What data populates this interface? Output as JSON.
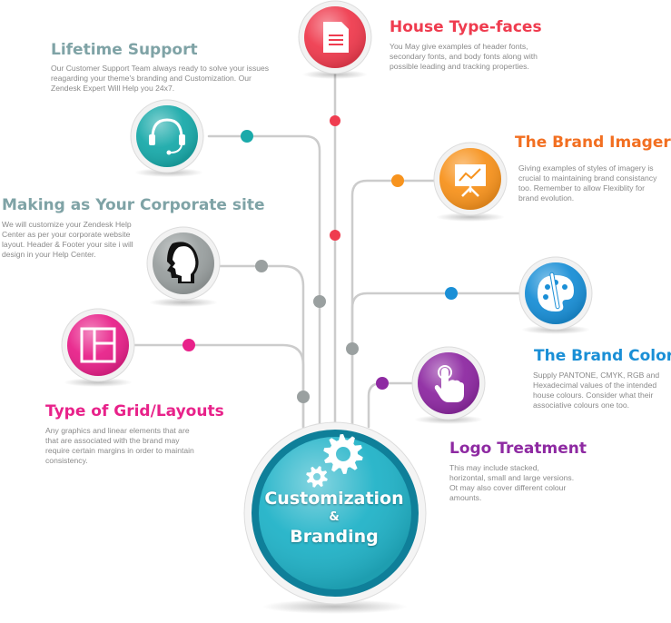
{
  "colors": {
    "line": "#cccccc",
    "center_ring": "#0f7f99",
    "center_fill": "#22b3c8",
    "lifetime": "#1aaaaa",
    "corporate": "#9aa0a0",
    "grid": "#e8228a",
    "house": "#ef3c4f",
    "imagery": "#f7931e",
    "brand_colors": "#1a8fd6",
    "logo": "#8e2aa2"
  },
  "center": {
    "line1": "Customization",
    "amp": "&",
    "line2": "Branding",
    "icon": "gears-icon"
  },
  "nodes": [
    {
      "key": "lifetime",
      "title": "Lifetime Support",
      "title_color": "#7fa3a6",
      "icon": "headset-icon",
      "desc_lines": [
        "Our Customer Support Team always ready to solve your issues",
        "reagarding your theme's branding and Customization. Our",
        "Zendesk Expert Will Help you 24x7."
      ]
    },
    {
      "key": "corporate",
      "title": "Making as Your Corporate site",
      "title_color": "#7fa3a6",
      "icon": "head-profile-icon",
      "desc_lines": [
        "We will customize your Zendesk Help",
        "Center as per your corporate website",
        "layout. Header & Footer your site i will",
        "design in your Help Center."
      ]
    },
    {
      "key": "grid",
      "title": "Type of Grid/Layouts",
      "title_color": "#e8228a",
      "icon": "grid-layout-icon",
      "desc_lines": [
        "Any graphics and linear elements that are",
        "that are associated with the brand may",
        "require certain margins in order to maintain",
        "consistency."
      ]
    },
    {
      "key": "house",
      "title": "House Type-faces",
      "title_color": "#ef3c4f",
      "icon": "document-icon",
      "desc_lines": [
        "You May give examples of header fonts,",
        "secondary fonts, and body fonts along with",
        "possible leading and tracking properties."
      ]
    },
    {
      "key": "imagery",
      "title": "The Brand Imagery",
      "title_color": "#f26f21",
      "icon": "presentation-chart-icon",
      "desc_lines": [
        "Giving examples of styles of imagery is",
        "crucial to maintaining brand consistancy",
        "too. Remember to allow Flexiblity for",
        "brand evolution."
      ]
    },
    {
      "key": "brand_colors",
      "title": "The Brand Colors",
      "title_color": "#1a8fd6",
      "icon": "palette-icon",
      "desc_lines": [
        "Supply PANTONE, CMYK, RGB and",
        "Hexadecimal values of the intended",
        "house colours. Consider what their",
        "associative colours one too."
      ]
    },
    {
      "key": "logo",
      "title": "Logo Treatment",
      "title_color": "#8e2aa2",
      "icon": "touch-hand-icon",
      "desc_lines": [
        "This may include stacked,",
        "horizontal, small and large versions.",
        "Ot may also cover different colour",
        "amounts."
      ]
    }
  ]
}
